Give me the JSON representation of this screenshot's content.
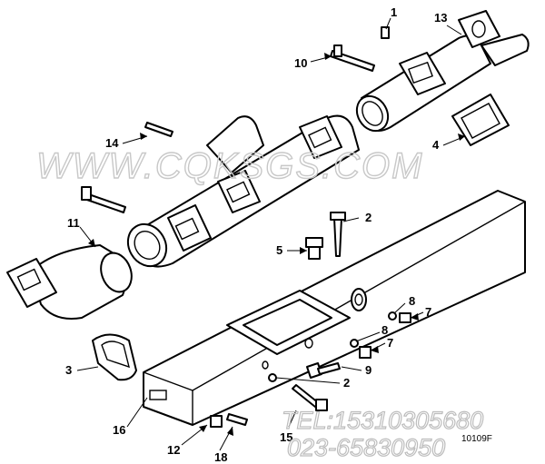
{
  "callouts": {
    "c1": "1",
    "c2a": "2",
    "c2b": "2",
    "c3": "3",
    "c4": "4",
    "c5": "5",
    "c7a": "7",
    "c7b": "7",
    "c8a": "8",
    "c8b": "8",
    "c9": "9",
    "c10": "10",
    "c11": "11",
    "c12": "12",
    "c13": "13",
    "c14": "14",
    "c15": "15",
    "c16": "16",
    "c18": "18"
  },
  "watermark": {
    "site": "WWW.CQKSGS.COM",
    "tel": "TEL:15310305680",
    "phone": "023-65830950"
  },
  "drawing_code": "10109F"
}
